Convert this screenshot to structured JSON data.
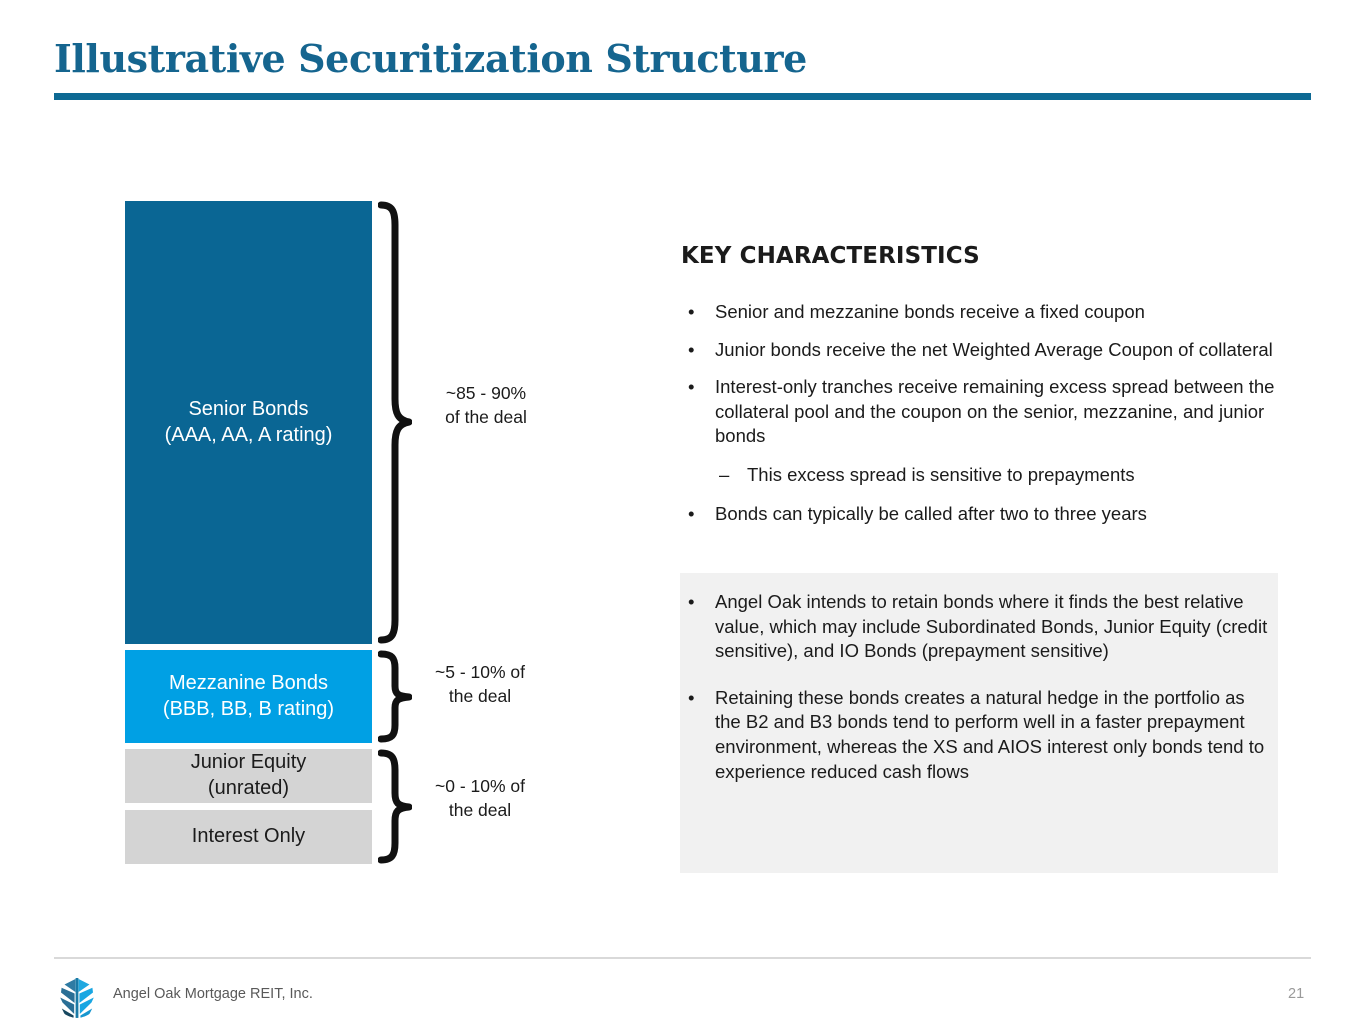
{
  "slide": {
    "title": "Illustrative Securitization Structure",
    "page_number": "21",
    "accent_color": "#0d6993"
  },
  "diagram": {
    "tranches": [
      {
        "name": "senior-bonds",
        "line1": "Senior Bonds",
        "line2": "(AAA, AA, A rating)",
        "color": "#0a6694"
      },
      {
        "name": "mezzanine-bonds",
        "line1": "Mezzanine Bonds",
        "line2": "(BBB, BB, B rating)",
        "color": "#00a0e4"
      },
      {
        "name": "junior-equity",
        "line1": "Junior Equity",
        "line2": "(unrated)",
        "color": "#d4d4d4"
      },
      {
        "name": "interest-only",
        "line1": "Interest Only",
        "line2": "",
        "color": "#d4d4d4"
      }
    ],
    "brace_labels": [
      {
        "line1": "~85 - 90%",
        "line2": "of the deal"
      },
      {
        "line1": "~5 - 10% of",
        "line2": "the deal"
      },
      {
        "line1": "~0 - 10% of",
        "line2": "the deal"
      }
    ]
  },
  "key_characteristics": {
    "heading": "KEY CHARACTERISTICS",
    "bullet_marker": "•",
    "dash_marker": "–",
    "items": [
      {
        "level": 1,
        "text": "Senior and mezzanine bonds receive a fixed coupon"
      },
      {
        "level": 1,
        "text": "Junior bonds receive the net Weighted Average Coupon of collateral"
      },
      {
        "level": 1,
        "text": "Interest-only tranches receive remaining excess spread between the collateral pool and the coupon on the senior, mezzanine, and junior bonds"
      },
      {
        "level": 2,
        "text": "This excess spread is sensitive to prepayments"
      },
      {
        "level": 1,
        "text": "Bonds can typically be called after two to three years"
      }
    ]
  },
  "highlight_box": {
    "background": "#f1f1f1",
    "items": [
      {
        "text": "Angel Oak intends to retain bonds where it finds the best relative value, which may include Subordinated Bonds, Junior Equity (credit sensitive), and IO Bonds (prepayment sensitive)"
      },
      {
        "text": "Retaining these bonds creates a natural hedge in the portfolio as the B2 and B3 bonds tend to perform well in a faster prepayment environment, whereas the XS and AIOS interest only bonds tend to experience reduced cash flows"
      }
    ]
  },
  "footer": {
    "company": "Angel Oak Mortgage REIT, Inc."
  }
}
